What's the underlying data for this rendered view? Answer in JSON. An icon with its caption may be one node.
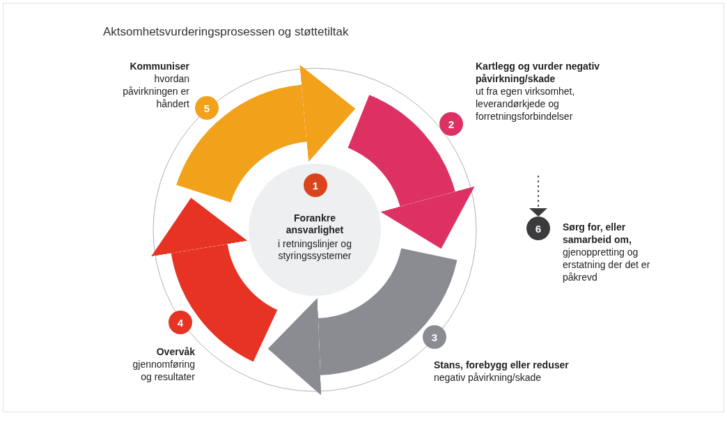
{
  "diagram": {
    "title": "Aktsomhetsvurderingsprosessen og støttetiltak",
    "nodes": [
      {
        "text": [
          "Forankre ansvarlighet",
          "i retningslinjer og styringssystemer"
        ]
      },
      {
        "text": [
          "1"
        ],
        "in": 0
      },
      {
        "text": [
          "2"
        ],
        "beside": [
          "Kartlegg og vurder negativ påvirkning/skade",
          "ut fra egen virksomhet, leverandørkjede og forretningsforbindelser"
        ]
      },
      {
        "text": [
          "3"
        ],
        "beside": [
          "Stans, forebygg eller reduser",
          "negativ påvirkning/skade"
        ]
      },
      {
        "text": [
          "4"
        ],
        "beside": [
          "Overvåk",
          "gjennomføring og resultater"
        ]
      },
      {
        "text": [
          "5"
        ],
        "beside": [
          "Kommuniser",
          "hvordan påvirkningen er håndert"
        ]
      },
      {
        "text": [
          "6"
        ],
        "beside": [
          "Sørg for, eller samarbeid om,",
          "gjenoppretting og erstatning der det er påkrevd"
        ]
      }
    ],
    "edges": [
      {
        "from": null,
        "to": 6,
        "arrow": "to",
        "style": "dashed"
      }
    ]
  }
}
